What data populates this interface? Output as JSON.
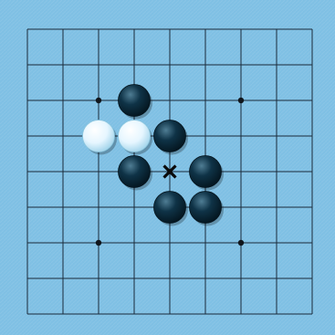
{
  "board": {
    "size": 9,
    "colors": {
      "background": "#7fc0e4",
      "grid_line": "#1a2a3a",
      "star_point": "#10161c",
      "black_stone": "#0b2a3c",
      "black_stone_highlight": "#4f7d94",
      "white_stone": "#f2fbff",
      "white_stone_shade": "#9fd3ea",
      "marker": "#0a0a0a"
    },
    "star_points": [
      {
        "col": 2,
        "row": 2
      },
      {
        "col": 6,
        "row": 2
      },
      {
        "col": 2,
        "row": 6
      },
      {
        "col": 6,
        "row": 6
      }
    ],
    "stones": [
      {
        "color": "black",
        "col": 3,
        "row": 2
      },
      {
        "color": "white",
        "col": 2,
        "row": 3
      },
      {
        "color": "white",
        "col": 3,
        "row": 3
      },
      {
        "color": "black",
        "col": 4,
        "row": 3
      },
      {
        "color": "black",
        "col": 3,
        "row": 4
      },
      {
        "color": "black",
        "col": 5,
        "row": 4
      },
      {
        "color": "black",
        "col": 4,
        "row": 5
      },
      {
        "color": "black",
        "col": 5,
        "row": 5
      }
    ],
    "marker": {
      "type": "cross",
      "col": 4,
      "row": 4
    }
  }
}
